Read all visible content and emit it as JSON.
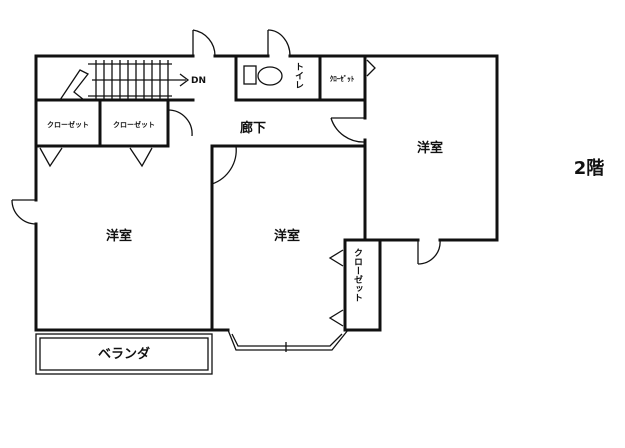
{
  "floor_label": "2階",
  "rooms": {
    "bedroom_left": "洋室",
    "bedroom_center": "洋室",
    "bedroom_right": "洋室",
    "hallway": "廊下",
    "toilet": "トイレ",
    "closet_top": "ｸﾛｰｾﾞｯﾄ",
    "closet_left_a": "クローゼット",
    "closet_left_b": "クローゼット",
    "closet_right": "クローゼット",
    "veranda": "ベランダ"
  },
  "stairs_label": "DN",
  "colors": {
    "line": "#111111",
    "background": "#ffffff"
  }
}
